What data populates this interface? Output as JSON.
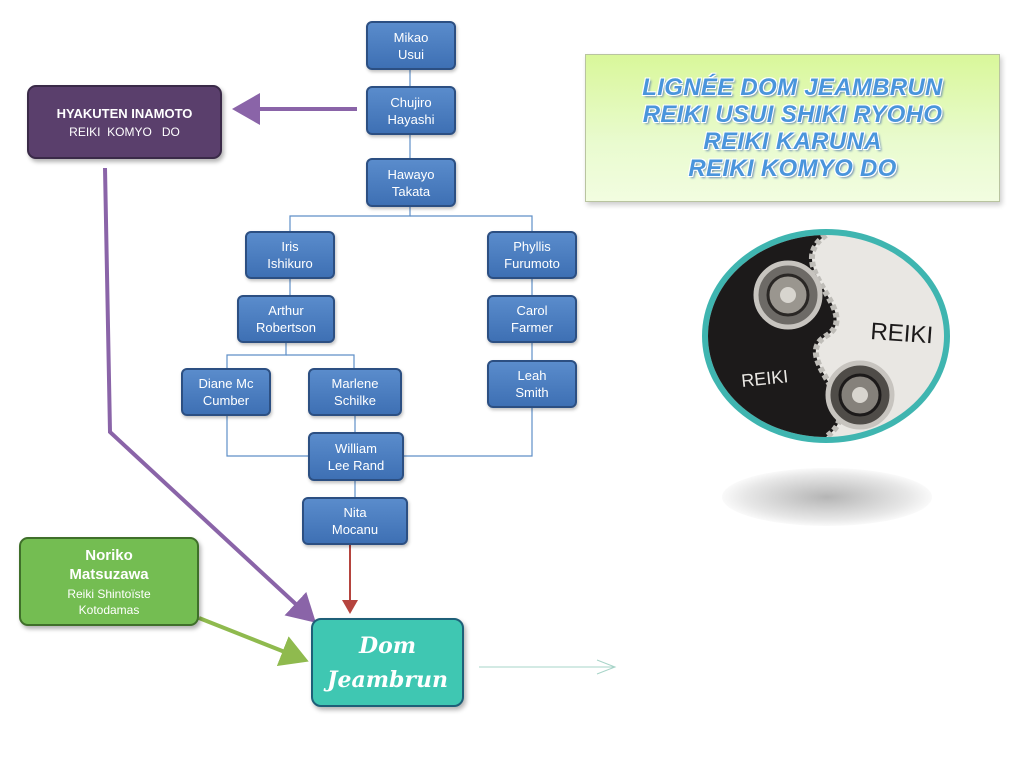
{
  "title_lines": [
    "LIGNÉE DOM JEAMBRUN",
    "REIKI USUI SHIKI RYOHO",
    "REIKI KARUNA",
    "REIKI KOMYO DO"
  ],
  "nodes": {
    "usui": [
      "Mikao",
      "Usui"
    ],
    "hayashi": [
      "Chujiro",
      "Hayashi"
    ],
    "takata": [
      "Hawayo",
      "Takata"
    ],
    "ishikuro": [
      "Iris",
      "Ishikuro"
    ],
    "furumoto": [
      "Phyllis",
      "Furumoto"
    ],
    "robertson": [
      "Arthur",
      "Robertson"
    ],
    "farmer": [
      "Carol",
      "Farmer"
    ],
    "mccumber": [
      "Diane Mc",
      "Cumber"
    ],
    "schilke": [
      "Marlene",
      "Schilke"
    ],
    "smith": [
      "Leah",
      "Smith"
    ],
    "rand": [
      "William",
      "Lee Rand"
    ],
    "mocanu": [
      "Nita",
      "Mocanu"
    ]
  },
  "hyakuten": {
    "name": "HYAKUTEN INAMOTO",
    "subtitle": "REIKI  KOMYO   DO"
  },
  "noriko": {
    "name": [
      "Noriko",
      "Matsuzawa"
    ],
    "subtitle": [
      "Reiki Shintoïste",
      "Kotodamas"
    ]
  },
  "dom": [
    "Dom",
    "Jeambrun"
  ],
  "logo": {
    "words": [
      "REIKI",
      "REIKI"
    ]
  },
  "colors": {
    "node_fill": "#4a7dc0",
    "hyakuten_fill": "#5a3f6c",
    "noriko_fill": "#74bd52",
    "dom_fill": "#3fc7b2",
    "arrow_purple": "#8a64a8",
    "arrow_green": "#8fba4e",
    "arrow_red": "#b5443e",
    "title_text": "#4a95dc"
  }
}
